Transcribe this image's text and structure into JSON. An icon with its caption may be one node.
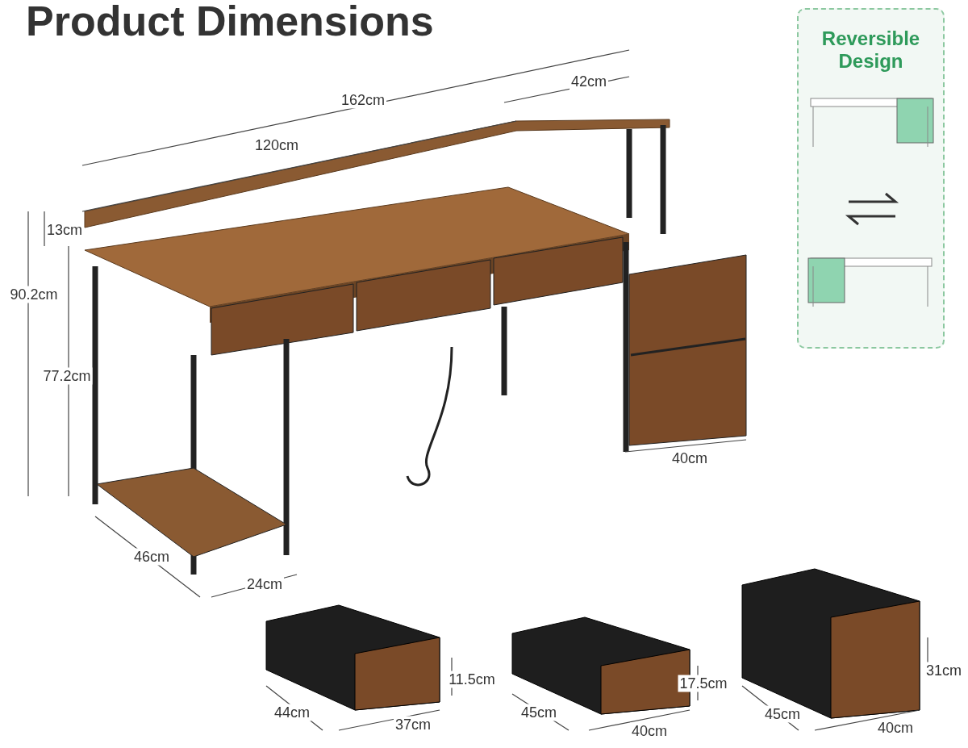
{
  "diagram": {
    "title": "Product Dimensions",
    "nodes": [
      {
        "text": [
          "Reversible Design"
        ]
      }
    ],
    "labels": [
      "162cm",
      "42cm",
      "120cm",
      "13cm",
      "90.2cm",
      "77.2cm",
      "40cm",
      "46cm",
      "24cm",
      "11.5cm",
      "44cm",
      "37cm",
      "17.5cm",
      "45cm",
      "40cm",
      "31cm",
      "45cm",
      "40cm"
    ]
  }
}
